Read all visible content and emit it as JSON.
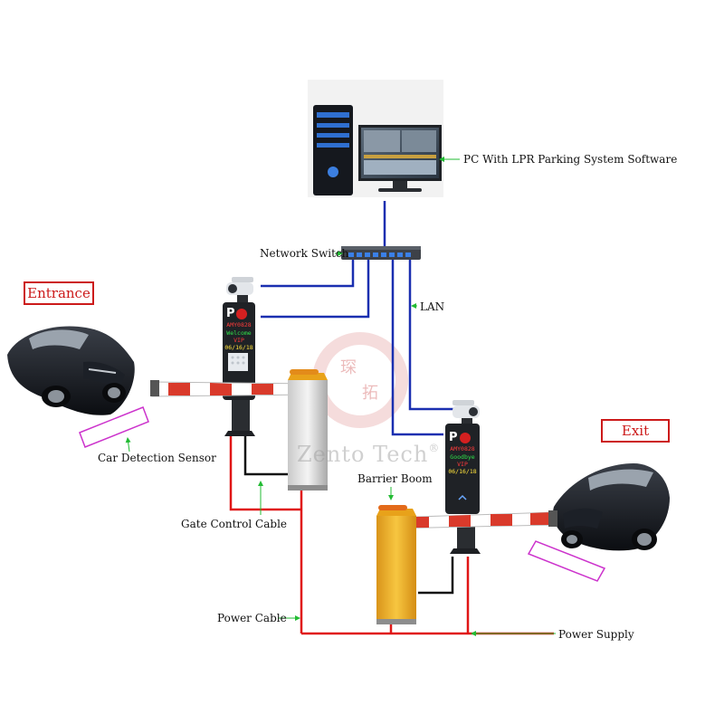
{
  "labels": {
    "pc": "PC With LPR Parking System Software",
    "network_switch": "Network Switch",
    "lan": "LAN",
    "entrance": "Entrance",
    "exit": "Exit",
    "car_detection_sensor": "Car Detection Sensor",
    "barrier_boom": "Barrier Boom",
    "gate_control_cable": "Gate Control Cable",
    "power_cable": "Power Cable",
    "power_supply": "Power Supply"
  },
  "entrance_display": {
    "sign": "P",
    "plate": "AMY0828",
    "message": "Welcome",
    "type": "VIP",
    "date": "06/16/18"
  },
  "exit_display": {
    "sign": "P",
    "plate": "AMY0828",
    "message": "Goodbye",
    "type": "VIP",
    "date": "06/16/18"
  },
  "watermark": {
    "text": "Zento Tech",
    "mark": "®",
    "seal_chars": [
      "琛",
      "拓"
    ]
  },
  "colors": {
    "network_line": "#1a2fb0",
    "power_line": "#e01616",
    "control_line": "#111111",
    "pointer_arrow": "#22bb33",
    "label_box": "#cc1a1a",
    "sensor_outline": "#cc33cc",
    "barrier_stripe": "#d93a2b",
    "barrier_cabinet": "#f0b62a"
  }
}
